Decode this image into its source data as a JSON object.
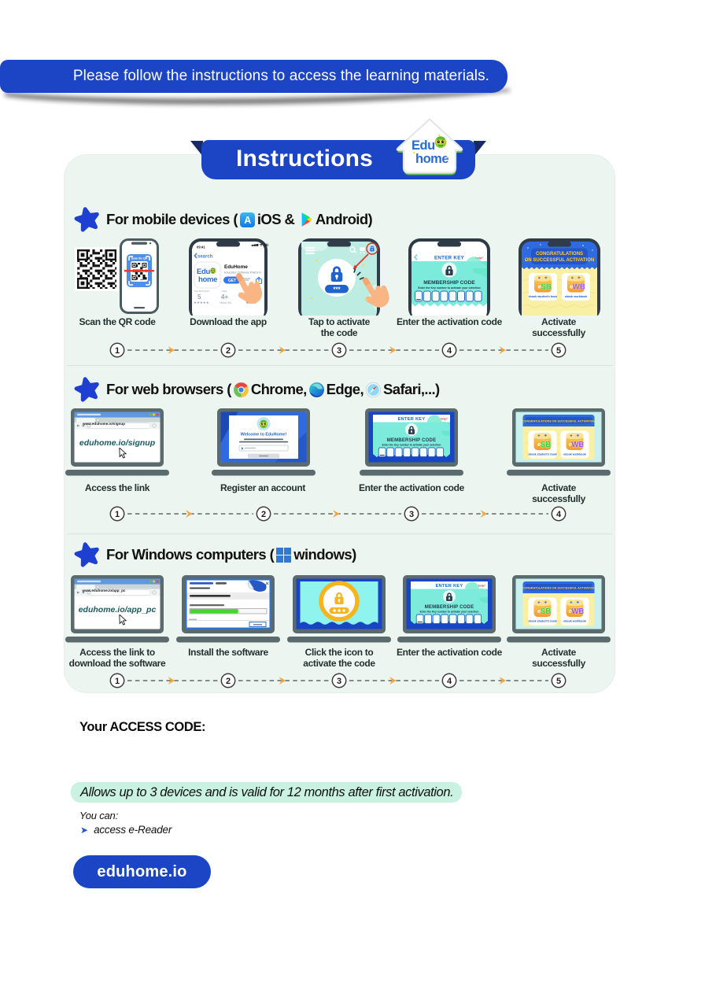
{
  "colors": {
    "accent_blue": "#1b45c4",
    "fold_navy": "#152a66",
    "card_bg": "#edf5f1",
    "highlight_mint": "#c9f2e2",
    "arrow_orange": "#f2a63e",
    "url_teal": "#1a5a5e",
    "congrats_blue": "#2e6be0",
    "congrats_yellow": "#f9f0a5",
    "turquoise": "#7debdc"
  },
  "banner": {
    "text": "Please follow the instructions to access the learning materials."
  },
  "ribbon": {
    "title": "Instructions"
  },
  "logo": {
    "line1": "Edu",
    "line2": "home"
  },
  "sections": [
    {
      "t1": "For mobile devices (",
      "t2": "iOS & ",
      "t3": "Android)",
      "steps": [
        {
          "num": "1",
          "caption": "Scan the QR code"
        },
        {
          "num": "2",
          "caption": "Download the app"
        },
        {
          "num": "3",
          "caption": "Tap to activate the code"
        },
        {
          "num": "4",
          "caption": "Enter the activation code"
        },
        {
          "num": "5",
          "caption": "Activate successfully"
        }
      ]
    },
    {
      "t1": "For web browsers (",
      "t2": "Chrome,",
      "t3": "Edge,",
      "t4": "Safari,...)",
      "steps": [
        {
          "num": "1",
          "caption": "Access the link"
        },
        {
          "num": "2",
          "caption": "Register an account"
        },
        {
          "num": "3",
          "caption": "Enter the activation code"
        },
        {
          "num": "4",
          "caption": "Activate successfully"
        }
      ]
    },
    {
      "t1": "For Windows computers (",
      "t2": "windows)",
      "steps": [
        {
          "num": "1",
          "caption": "Access the link to download the software"
        },
        {
          "num": "2",
          "caption": "Install the software"
        },
        {
          "num": "3",
          "caption": "Click the icon to activate the code"
        },
        {
          "num": "4",
          "caption": "Enter the activation code"
        },
        {
          "num": "5",
          "caption": "Activate successfully"
        }
      ]
    }
  ],
  "screens": {
    "qr": {
      "label": "Scan the QR"
    },
    "appstore": {
      "back": "search",
      "time": "09:41",
      "app_name": "EduHome",
      "app_sub": "Education Software Platform",
      "get": "GET",
      "rating": "5",
      "age": "4+",
      "age_sub": "Years Old",
      "chart": "4"
    },
    "enterkey": {
      "header": "ENTER KEY",
      "help": "help?",
      "title": "MEMBERSHIP CODE",
      "subtitle": "Enter the Key number to activate your selection"
    },
    "congrats": {
      "line1": "CONGRATULATIONS",
      "line2": "ON SUCCESSFUL ACTIVATION",
      "single": "CONGRATULATIONS ON SUCCESSFUL ACTIVATION",
      "card1": "ebook student's book",
      "card2": "ebook workbook",
      "icon_e": "e",
      "icon1": "SB",
      "icon2": "WB"
    },
    "web1": {
      "url": "eduhome.io/signup",
      "address": "www.eduhome.io/signup"
    },
    "web2": {
      "title": "Welcome to EduHome!"
    },
    "win1": {
      "url": "eduhome.io/app_pc",
      "address": "www.eduhome.io/app_pc"
    }
  },
  "footer": {
    "access_label": "Your ACCESS CODE:",
    "note": "Allows up to 3 devices and is valid for 12 months after first activation.",
    "you_can": "You can:",
    "bullet": "access e-Reader",
    "button": "eduhome.io"
  }
}
